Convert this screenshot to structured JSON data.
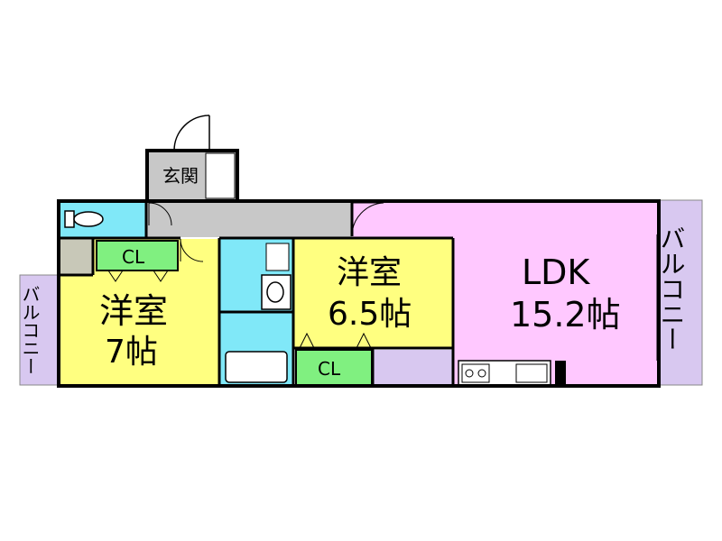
{
  "floorplan": {
    "colors": {
      "western_room": "#ffff80",
      "ldk": "#ffc8ff",
      "closet": "#80f080",
      "hall": "#c8c8c8",
      "wet_area": "#80e8f8",
      "storage": "#c8c8b8",
      "balcony": "#d8c8f0",
      "wall": "#000000"
    },
    "rooms": {
      "entrance": {
        "name": "玄関"
      },
      "western_left": {
        "name": "洋室",
        "size": "7帖"
      },
      "western_center": {
        "name": "洋室",
        "size": "6.5帖"
      },
      "ldk": {
        "name": "LDK",
        "size": "15.2帖"
      },
      "closet_left": {
        "name": "CL"
      },
      "closet_center": {
        "name": "CL"
      },
      "balcony_left": {
        "name": "バルコニー"
      },
      "balcony_right": {
        "name": "バルコニー"
      }
    }
  }
}
